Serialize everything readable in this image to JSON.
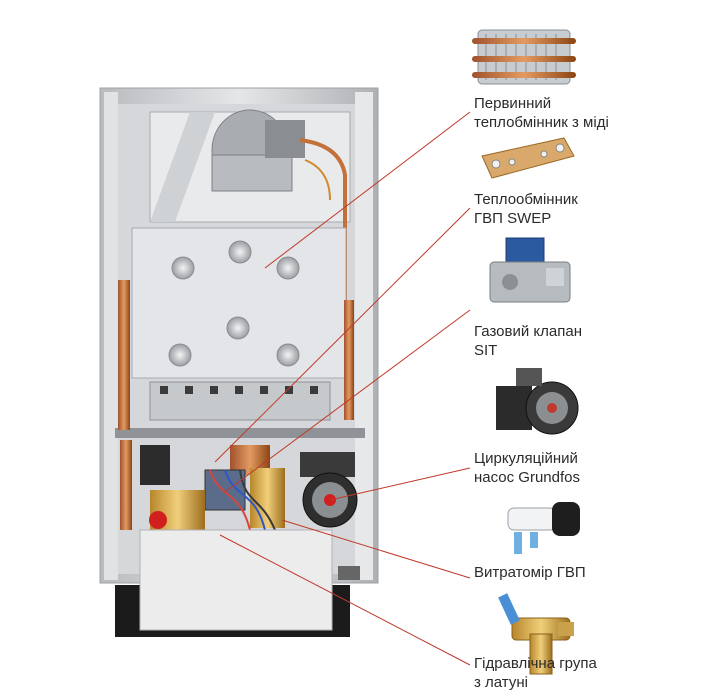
{
  "components": [
    {
      "id": "primary-heat-exchanger",
      "line1": "Первинний",
      "line2": "теплобмінник з міді",
      "icon": "copper-heat-exchanger-icon"
    },
    {
      "id": "dhw-heat-exchanger",
      "line1": "Теплообмінник",
      "line2": "ГВП SWEP",
      "icon": "plate-heat-exchanger-icon"
    },
    {
      "id": "gas-valve",
      "line1": "Газовий клапан",
      "line2": "SIT",
      "icon": "gas-valve-icon"
    },
    {
      "id": "circulation-pump",
      "line1": "Циркуляційний",
      "line2": "насос Grundfos",
      "icon": "circulation-pump-icon"
    },
    {
      "id": "dhw-flowmeter",
      "line1": "Витратомір ГВП",
      "line2": "",
      "icon": "flowmeter-icon"
    },
    {
      "id": "hydraulic-group",
      "line1": "Гідравлічна група",
      "line2": "з латуні",
      "icon": "brass-hydraulic-group-icon"
    }
  ],
  "colors": {
    "leader_line": "#c0392b",
    "label_text": "#2b2b2b",
    "boiler_frame": "#c9cbcd",
    "background": "#ffffff"
  }
}
